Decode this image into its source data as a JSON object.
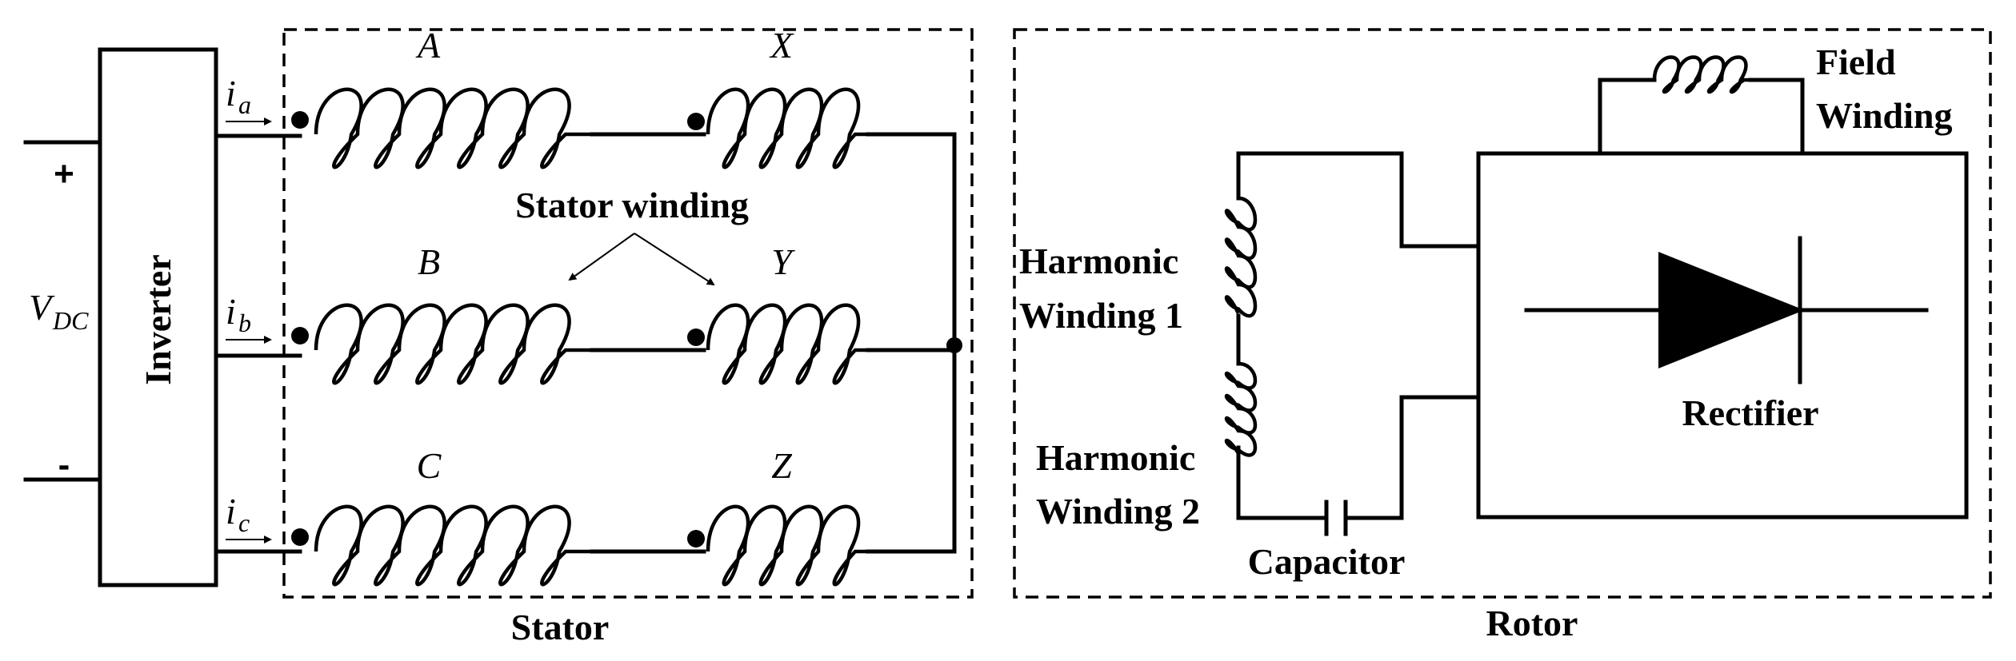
{
  "supply": {
    "plus": "+",
    "minus": "-",
    "voltage": "V",
    "voltage_sub": "DC"
  },
  "inverter": {
    "label": "Inverter"
  },
  "currents": [
    {
      "sym": "i",
      "sub": "a"
    },
    {
      "sym": "i",
      "sub": "b"
    },
    {
      "sym": "i",
      "sub": "c"
    }
  ],
  "stator": {
    "title": "Stator",
    "winding_note": "Stator winding",
    "coil_labels": {
      "A": "A",
      "X": "X",
      "B": "B",
      "Y": "Y",
      "C": "C",
      "Z": "Z"
    }
  },
  "rotor": {
    "title": "Rotor",
    "field_winding": [
      "Field",
      "Winding"
    ],
    "harmonic_1": [
      "Harmonic",
      "Winding 1"
    ],
    "harmonic_2": [
      "Harmonic",
      "Winding 2"
    ],
    "capacitor": "Capacitor",
    "rectifier": "Rectifier"
  }
}
